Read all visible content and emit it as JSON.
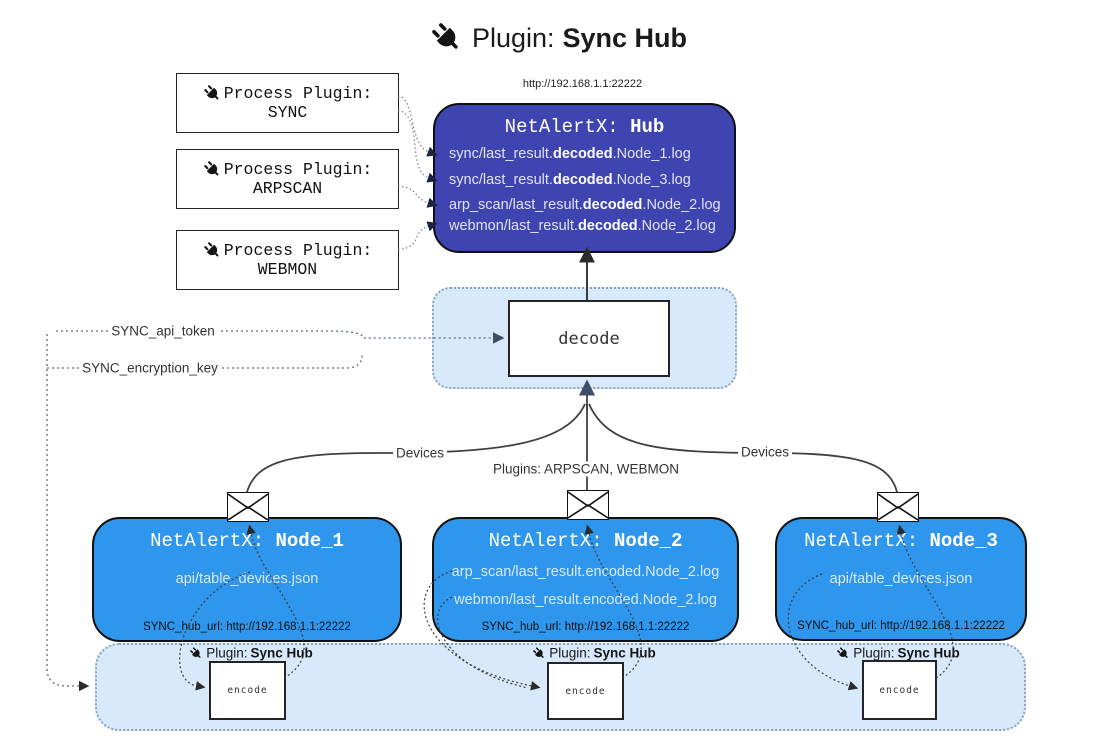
{
  "title": {
    "prefix": "Plugin: ",
    "bold": "Sync Hub"
  },
  "hub": {
    "url": "http://192.168.1.1:22222",
    "title_prefix": "NetAlertX: ",
    "title_bold": "Hub",
    "lines": [
      {
        "prefix": "sync/last_result.",
        "bold": "decoded",
        "suffix": ".Node_1.log"
      },
      {
        "prefix": "sync/last_result.",
        "bold": "decoded",
        "suffix": ".Node_3.log"
      },
      {
        "prefix": "arp_scan/last_result.",
        "bold": "decoded",
        "suffix": ".Node_2.log"
      },
      {
        "prefix": "webmon/last_result.",
        "bold": "decoded",
        "suffix": ".Node_2.log"
      }
    ]
  },
  "process_plugins": [
    {
      "line1": "Process Plugin:",
      "name": "SYNC"
    },
    {
      "line1": "Process Plugin:",
      "name": "ARPSCAN"
    },
    {
      "line1": "Process Plugin:",
      "name": "WEBMON"
    }
  ],
  "decode": {
    "label": "decode"
  },
  "encode": {
    "label": "encode"
  },
  "edge_labels": {
    "api_token": "SYNC_api_token",
    "encryption_key": "SYNC_encryption_key",
    "devices_left": "Devices",
    "plugins_center": "Plugins: ARPSCAN, WEBMON",
    "devices_right": "Devices"
  },
  "sync_hub_plugin_label": {
    "prefix": "Plugin: ",
    "bold": "Sync Hub"
  },
  "nodes": [
    {
      "title_prefix": "NetAlertX: ",
      "title_bold": "Node_1",
      "lines": [
        "api/table_devices.json"
      ],
      "url": "SYNC_hub_url: http://192.168.1.1:22222"
    },
    {
      "title_prefix": "NetAlertX: ",
      "title_bold": "Node_2",
      "lines": [
        "arp_scan/last_result.encoded.Node_2.log",
        "webmon/last_result.encoded.Node_2.log"
      ],
      "url": "SYNC_hub_url: http://192.168.1.1:22222"
    },
    {
      "title_prefix": "NetAlertX: ",
      "title_bold": "Node_3",
      "lines": [
        "api/table_devices.json"
      ],
      "url": "SYNC_hub_url: http://192.168.1.1:22222"
    }
  ],
  "colors": {
    "hub_bg": "#3E45B0",
    "node_bg": "#2E96EC",
    "soft_container_bg": "#D8E9FB",
    "hub_text": "#E2E2F2",
    "node_text": "#D9E9FA",
    "arrow_slate": "#3E4E66"
  }
}
